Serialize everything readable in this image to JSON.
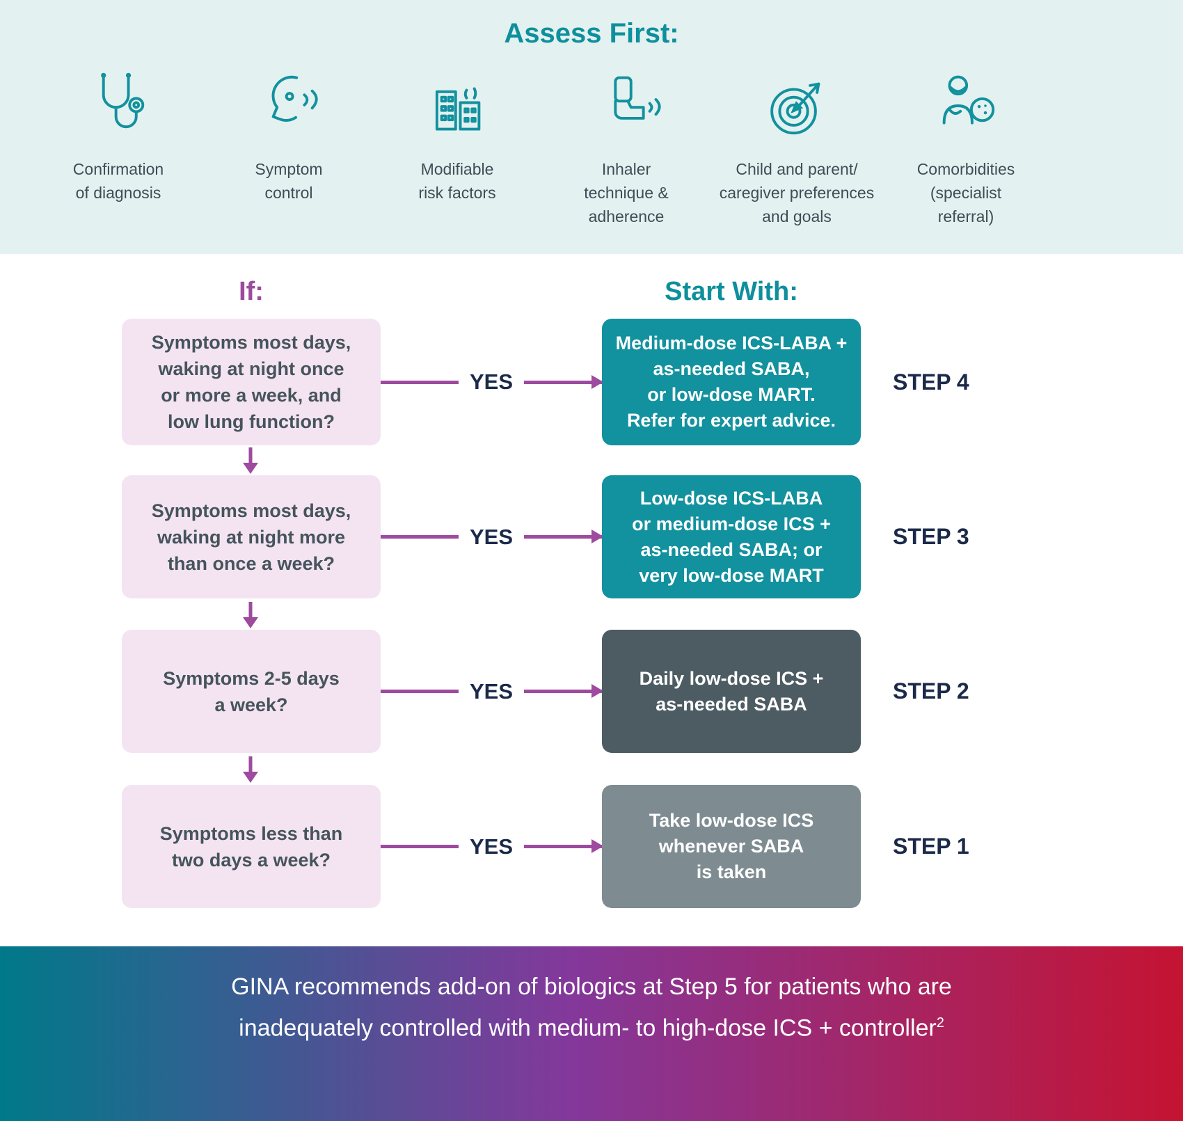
{
  "colors": {
    "section_bg": "#e4f1f1",
    "teal": "#0e8f9c",
    "purple": "#9d4a9f",
    "navy": "#1b2a4a",
    "pink_box": "#f4e4f2",
    "teal_box": "#12919e",
    "dark_box": "#4d5c63",
    "gray_box": "#7e8c92",
    "banner_gradient_left": "#00798a",
    "banner_gradient_mid": "#83389b",
    "banner_gradient_right": "#c51332"
  },
  "assess": {
    "title": "Assess First:",
    "items": [
      {
        "icon": "stethoscope-icon",
        "label": "Confirmation\nof diagnosis"
      },
      {
        "icon": "cough-icon",
        "label": "Symptom\ncontrol"
      },
      {
        "icon": "buildings-icon",
        "label": "Modifiable\nrisk factors"
      },
      {
        "icon": "inhaler-icon",
        "label": "Inhaler\ntechnique &\nadherence"
      },
      {
        "icon": "target-icon",
        "label": "Child and parent/\ncaregiver preferences\nand goals"
      },
      {
        "icon": "doctor-patient-icon",
        "label": "Comorbidities\n(specialist\nreferral)"
      }
    ]
  },
  "flow": {
    "if_title": "If:",
    "start_title": "Start With:",
    "rows": [
      {
        "condition": "Symptoms most days,\nwaking at night once\nor more a week, and\nlow lung function?",
        "yes": "YES",
        "treatment": "Medium-dose ICS-LABA +\nas-needed SABA,\nor low-dose MART.\nRefer for expert advice.",
        "step": "STEP 4",
        "box_color": "#12919e"
      },
      {
        "condition": "Symptoms most days,\nwaking at night more\nthan once a week?",
        "yes": "YES",
        "treatment": "Low-dose ICS-LABA\nor medium-dose ICS +\nas-needed SABA; or\nvery low-dose MART",
        "step": "STEP 3",
        "box_color": "#12919e"
      },
      {
        "condition": "Symptoms 2-5 days\na week?",
        "yes": "YES",
        "treatment": "Daily low-dose ICS +\nas-needed SABA",
        "step": "STEP 2",
        "box_color": "#4d5c63"
      },
      {
        "condition": "Symptoms less than\ntwo days a week?",
        "yes": "YES",
        "treatment": "Take low-dose ICS\nwhenever SABA\nis taken",
        "step": "STEP 1",
        "box_color": "#7e8c92"
      }
    ]
  },
  "banner": {
    "line1": "GINA recommends add-on of biologics at Step 5 for patients who are",
    "line2": "inadequately controlled with medium- to high-dose ICS + controller",
    "superscript": "2"
  }
}
